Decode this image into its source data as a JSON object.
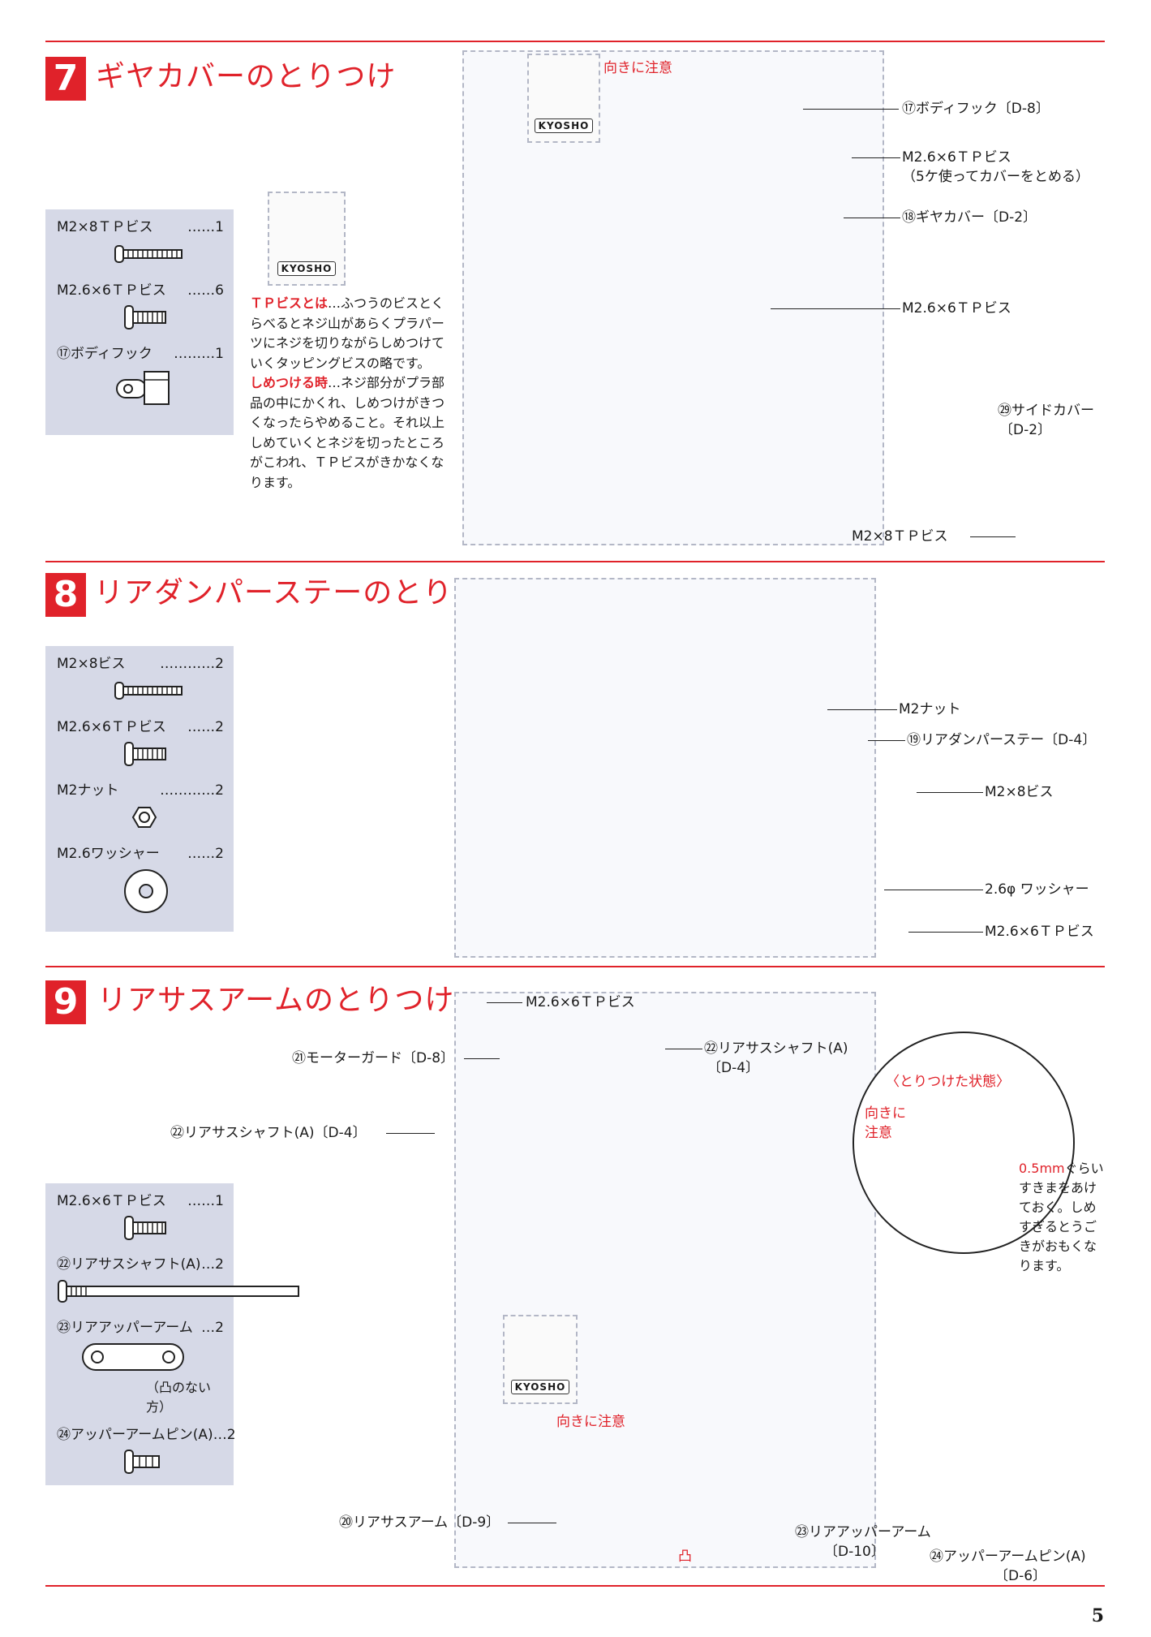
{
  "page_number": "5",
  "steps": [
    {
      "number": "7",
      "title": "ギヤカバーのとりつけ",
      "parts": [
        {
          "name": "M2×8ＴＰビス",
          "qty": "……1",
          "icon": "long-screw-icon"
        },
        {
          "name": "M2.6×6ＴＰビス",
          "qty": "……6",
          "icon": "short-screw-icon"
        },
        {
          "name": "⑰ボディフック",
          "qty": "………1",
          "icon": "body-hook-icon"
        }
      ],
      "mascot_cap": "KYOSHO",
      "note": {
        "tp_heading": "ＴＰビスとは",
        "tp_text": "…ふつうのビスとくらべるとネジ山があらくプラパーツにネジを切りながらしめつけていくタッピングビスの略です。",
        "tighten_heading": "しめつける時",
        "tighten_text": "…ネジ部分がプラ部品の中にかくれ、しめつけがきつくなったらやめること。それ以上しめていくとネジを切ったところがこわれ、ＴＰビスがきかなくなります。"
      },
      "diagram_hint": "向きに注意",
      "callouts": {
        "body_hook": "⑰ボディフック〔D-8〕",
        "screw_6": "M2.6×6ＴＰビス",
        "screw_6_note": "（5ケ使ってカバーをとめる）",
        "gear_cover": "⑱ギヤカバー〔D-2〕",
        "screw_6_b": "M2.6×6ＴＰビス",
        "side_cover": "㉙サイドカバー",
        "side_cover_ref": "〔D-2〕",
        "screw_8": "M2×8ＴＰビス"
      }
    },
    {
      "number": "8",
      "title": "リアダンパーステーのとりつけ",
      "parts": [
        {
          "name": "M2×8ビス",
          "qty": "…………2",
          "icon": "long-screw-icon"
        },
        {
          "name": "M2.6×6ＴＰビス",
          "qty": "……2",
          "icon": "short-screw-icon"
        },
        {
          "name": "M2ナット",
          "qty": "…………2",
          "icon": "nut-icon"
        },
        {
          "name": "M2.6ワッシャー",
          "qty": "……2",
          "icon": "washer-icon"
        }
      ],
      "callouts": {
        "nut": "M2ナット",
        "damper_stay": "⑲リアダンパーステー〔D-4〕",
        "screw_8": "M2×8ビス",
        "washer": "2.6φ ワッシャー",
        "screw_6": "M2.6×6ＴＰビス"
      }
    },
    {
      "number": "9",
      "title": "リアサスアームのとりつけ",
      "parts": [
        {
          "name": "M2.6×6ＴＰビス",
          "qty": "……1",
          "icon": "short-screw-icon"
        },
        {
          "name": "㉒リアサスシャフト(A)",
          "qty": "…2",
          "icon": "shaft-icon"
        },
        {
          "name": "㉓リアアッパーアーム",
          "qty": "…2",
          "icon": "upper-arm-icon",
          "note": "（凸のない方）"
        },
        {
          "name": "㉔アッパーアームピン(A)",
          "qty": "…2",
          "icon": "pin-icon"
        }
      ],
      "callouts": {
        "screw_6": "M2.6×6ＴＰビス",
        "motor_guard": "㉑モーターガード〔D-8〕",
        "shaft_a_right": "㉒リアサスシャフト(A)",
        "shaft_a_right_ref": "〔D-4〕",
        "shaft_a_left": "㉒リアサスシャフト(A)〔D-4〕",
        "arm_hint": "向きに注意",
        "sus_arm": "⑳リアサスアーム〔D-9〕",
        "convex": "凸",
        "upper_arm": "㉓リアアッパーアーム",
        "upper_arm_ref": "〔D-10〕",
        "pin": "㉔アッパーアームピン(A)",
        "pin_ref": "〔D-6〕"
      },
      "detail": {
        "title": "〈とりつけた状態〉",
        "hint_line1": "向きに",
        "hint_line2": "注意",
        "gap": "0.5mm",
        "text_rest": "ぐらいすきまをあけておく。しめすぎるとうごきがおもくなります。"
      }
    }
  ],
  "colors": {
    "accent": "#e0222a",
    "parts_bg": "#d6d9e7"
  }
}
